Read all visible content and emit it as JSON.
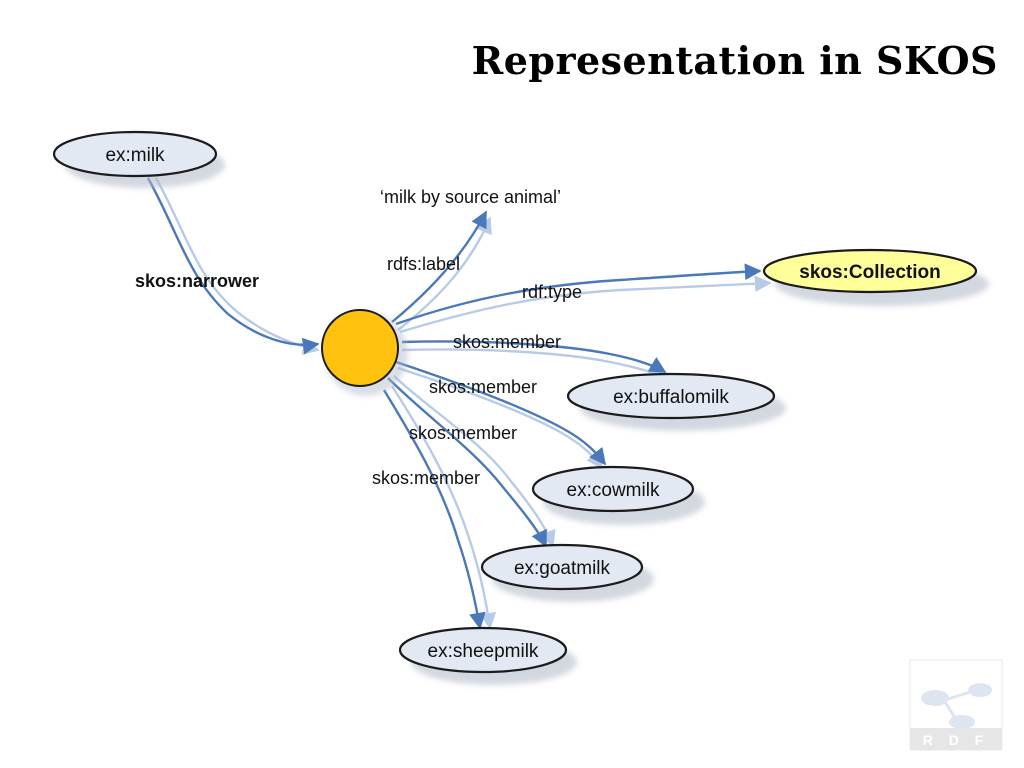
{
  "title": "Representation in SKOS",
  "nodes": {
    "milk": "ex:milk",
    "label_literal": "‘milk by source animal’",
    "collection": "skos:Collection",
    "buffalomilk": "ex:buffalomilk",
    "cowmilk": "ex:cowmilk",
    "goatmilk": "ex:goatmilk",
    "sheepmilk": "ex:sheepmilk"
  },
  "edges": {
    "narrower": "skos:narrower",
    "label": "rdfs:label",
    "type": "rdf:type",
    "member_buffalo": "skos:member",
    "member_cow": "skos:member",
    "member_goat": "skos:member",
    "member_sheep": "skos:member"
  },
  "logo": {
    "text": "R D F"
  },
  "colors": {
    "node_fill": "#e3e9f3",
    "collection_fill": "#ffff99",
    "blank_node_fill": "#ffc20e",
    "edge_dark": "#4a78b8",
    "edge_light": "#b8cbe6"
  }
}
